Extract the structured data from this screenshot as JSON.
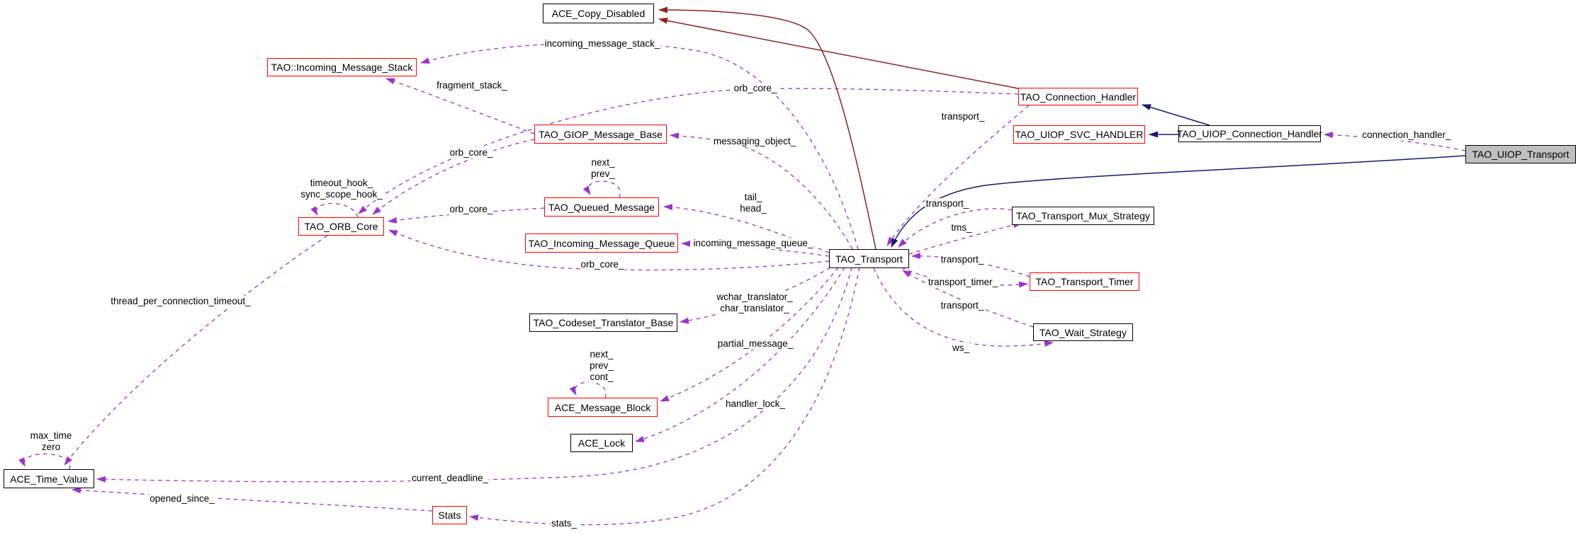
{
  "diagram": {
    "kind": "doxygen-collaboration-graph",
    "colors": {
      "usage_edge": "#9a32cd",
      "public_inheritance_edge": "#191970",
      "private_inheritance_edge": "#8b2323",
      "node_border_highlight": "#ff0000",
      "node_border_normal": "#000000",
      "focus_node_fill": "#bfbfbf",
      "node_fill": "#ffffff",
      "text": "#000000"
    },
    "nodes": [
      {
        "id": "ace_copy_disabled",
        "label": "ACE_Copy_Disabled",
        "border": "black"
      },
      {
        "id": "incoming_message_stack",
        "label": "TAO::Incoming_Message_Stack",
        "border": "red"
      },
      {
        "id": "giop_message_base",
        "label": "TAO_GIOP_Message_Base",
        "border": "red"
      },
      {
        "id": "queued_message",
        "label": "TAO_Queued_Message",
        "border": "red"
      },
      {
        "id": "incoming_message_queue",
        "label": "TAO_Incoming_Message_Queue",
        "border": "red"
      },
      {
        "id": "orb_core",
        "label": "TAO_ORB_Core",
        "border": "red"
      },
      {
        "id": "codeset_translator",
        "label": "TAO_Codeset_Translator_Base",
        "border": "black"
      },
      {
        "id": "message_block",
        "label": "ACE_Message_Block",
        "border": "red"
      },
      {
        "id": "ace_lock",
        "label": "ACE_Lock",
        "border": "black"
      },
      {
        "id": "time_value",
        "label": "ACE_Time_Value",
        "border": "black"
      },
      {
        "id": "stats",
        "label": "Stats",
        "border": "red"
      },
      {
        "id": "transport",
        "label": "TAO_Transport",
        "border": "black"
      },
      {
        "id": "connection_handler",
        "label": "TAO_Connection_Handler",
        "border": "red"
      },
      {
        "id": "uiop_svc_handler",
        "label": "TAO_UIOP_SVC_HANDLER",
        "border": "red"
      },
      {
        "id": "uiop_connection_handler",
        "label": "TAO_UIOP_Connection_Handler",
        "border": "black"
      },
      {
        "id": "uiop_transport",
        "label": "TAO_UIOP_Transport",
        "border": "black",
        "focus": true
      },
      {
        "id": "mux_strategy",
        "label": "TAO_Transport_Mux_Strategy",
        "border": "black"
      },
      {
        "id": "transport_timer",
        "label": "TAO_Transport_Timer",
        "border": "red"
      },
      {
        "id": "wait_strategy",
        "label": "TAO_Wait_Strategy",
        "border": "black"
      }
    ],
    "edge_labels": [
      {
        "id": "lbl_incoming_message_stack",
        "text": "incoming_message_stack_"
      },
      {
        "id": "lbl_fragment_stack",
        "text": "fragment_stack_"
      },
      {
        "id": "lbl_orb_core_top",
        "text": "orb_core_"
      },
      {
        "id": "lbl_transport_top",
        "text": "transport_"
      },
      {
        "id": "lbl_messaging_object",
        "text": "messaging_object_"
      },
      {
        "id": "lbl_orb_core_giop",
        "text": "orb_core_"
      },
      {
        "id": "lbl_next_prev",
        "text": "next_\nprev_"
      },
      {
        "id": "lbl_timeout_sync",
        "text": "timeout_hook_\nsync_scope_hook_"
      },
      {
        "id": "lbl_tail_head",
        "text": "tail_\nhead_"
      },
      {
        "id": "lbl_transport_mux",
        "text": "transport_"
      },
      {
        "id": "lbl_orb_core_queued",
        "text": "orb_core_"
      },
      {
        "id": "lbl_tms",
        "text": "tms_"
      },
      {
        "id": "lbl_incoming_message_queue",
        "text": "incoming_message_queue_"
      },
      {
        "id": "lbl_transport_timer_back",
        "text": "transport_"
      },
      {
        "id": "lbl_orb_core_transport",
        "text": "orb_core_"
      },
      {
        "id": "lbl_transport_timer",
        "text": "transport_timer_"
      },
      {
        "id": "lbl_connection_handler",
        "text": "connection_handler_"
      },
      {
        "id": "lbl_thread_per_connection",
        "text": "thread_per_connection_timeout_"
      },
      {
        "id": "lbl_wchar_char",
        "text": "wchar_translator_\nchar_translator_"
      },
      {
        "id": "lbl_transport_wait",
        "text": "transport_"
      },
      {
        "id": "lbl_partial_message",
        "text": "partial_message_"
      },
      {
        "id": "lbl_ws",
        "text": "ws_"
      },
      {
        "id": "lbl_next_prev_cont",
        "text": "next_\nprev_\ncont_"
      },
      {
        "id": "lbl_handler_lock",
        "text": "handler_lock_"
      },
      {
        "id": "lbl_max_time_zero",
        "text": "max_time\nzero"
      },
      {
        "id": "lbl_current_deadline",
        "text": "current_deadline_"
      },
      {
        "id": "lbl_opened_since",
        "text": "opened_since_"
      },
      {
        "id": "lbl_stats",
        "text": "stats_"
      }
    ],
    "edges": [
      {
        "from": "transport",
        "to": "incoming_message_stack",
        "label": "incoming_message_stack_",
        "type": "usage"
      },
      {
        "from": "giop_message_base",
        "to": "incoming_message_stack",
        "label": "fragment_stack_",
        "type": "usage"
      },
      {
        "from": "connection_handler",
        "to": "orb_core",
        "label": "orb_core_",
        "type": "usage"
      },
      {
        "from": "connection_handler",
        "to": "transport",
        "label": "transport_",
        "type": "usage"
      },
      {
        "from": "transport",
        "to": "giop_message_base",
        "label": "messaging_object_",
        "type": "usage"
      },
      {
        "from": "giop_message_base",
        "to": "orb_core",
        "label": "orb_core_",
        "type": "usage"
      },
      {
        "from": "queued_message",
        "to": "queued_message",
        "label": "next_ prev_",
        "type": "usage"
      },
      {
        "from": "transport",
        "to": "queued_message",
        "label": "tail_ head_",
        "type": "usage"
      },
      {
        "from": "queued_message",
        "to": "orb_core",
        "label": "orb_core_",
        "type": "usage"
      },
      {
        "from": "transport",
        "to": "incoming_message_queue",
        "label": "incoming_message_queue_",
        "type": "usage"
      },
      {
        "from": "transport",
        "to": "orb_core",
        "label": "orb_core_",
        "type": "usage"
      },
      {
        "from": "orb_core",
        "to": "orb_core",
        "label": "timeout_hook_ sync_scope_hook_",
        "type": "usage"
      },
      {
        "from": "transport",
        "to": "codeset_translator",
        "label": "wchar_translator_ char_translator_",
        "type": "usage"
      },
      {
        "from": "transport",
        "to": "message_block",
        "label": "partial_message_",
        "type": "usage"
      },
      {
        "from": "message_block",
        "to": "message_block",
        "label": "next_ prev_ cont_",
        "type": "usage"
      },
      {
        "from": "transport",
        "to": "ace_lock",
        "label": "handler_lock_",
        "type": "usage"
      },
      {
        "from": "transport",
        "to": "time_value",
        "label": "current_deadline_",
        "type": "usage"
      },
      {
        "from": "stats",
        "to": "time_value",
        "label": "opened_since_",
        "type": "usage"
      },
      {
        "from": "transport",
        "to": "stats",
        "label": "stats_",
        "type": "usage"
      },
      {
        "from": "time_value",
        "to": "time_value",
        "label": "max_time zero",
        "type": "usage"
      },
      {
        "from": "orb_core",
        "to": "time_value",
        "label": "thread_per_connection_timeout_",
        "type": "usage"
      },
      {
        "from": "transport",
        "to": "mux_strategy",
        "label": "tms_",
        "type": "usage"
      },
      {
        "from": "mux_strategy",
        "to": "transport",
        "label": "transport_",
        "type": "usage"
      },
      {
        "from": "transport",
        "to": "transport_timer",
        "label": "transport_timer_",
        "type": "usage"
      },
      {
        "from": "transport_timer",
        "to": "transport",
        "label": "transport_",
        "type": "usage"
      },
      {
        "from": "wait_strategy",
        "to": "transport",
        "label": "transport_",
        "type": "usage"
      },
      {
        "from": "transport",
        "to": "wait_strategy",
        "label": "ws_",
        "type": "usage"
      },
      {
        "from": "uiop_transport",
        "to": "uiop_connection_handler",
        "label": "connection_handler_",
        "type": "usage"
      },
      {
        "from": "uiop_connection_handler",
        "to": "connection_handler",
        "label": "",
        "type": "public"
      },
      {
        "from": "uiop_connection_handler",
        "to": "uiop_svc_handler",
        "label": "",
        "type": "public"
      },
      {
        "from": "uiop_transport",
        "to": "transport",
        "label": "",
        "type": "public"
      },
      {
        "from": "connection_handler",
        "to": "ace_copy_disabled",
        "label": "",
        "type": "private"
      },
      {
        "from": "transport",
        "to": "ace_copy_disabled",
        "label": "",
        "type": "private"
      }
    ]
  }
}
